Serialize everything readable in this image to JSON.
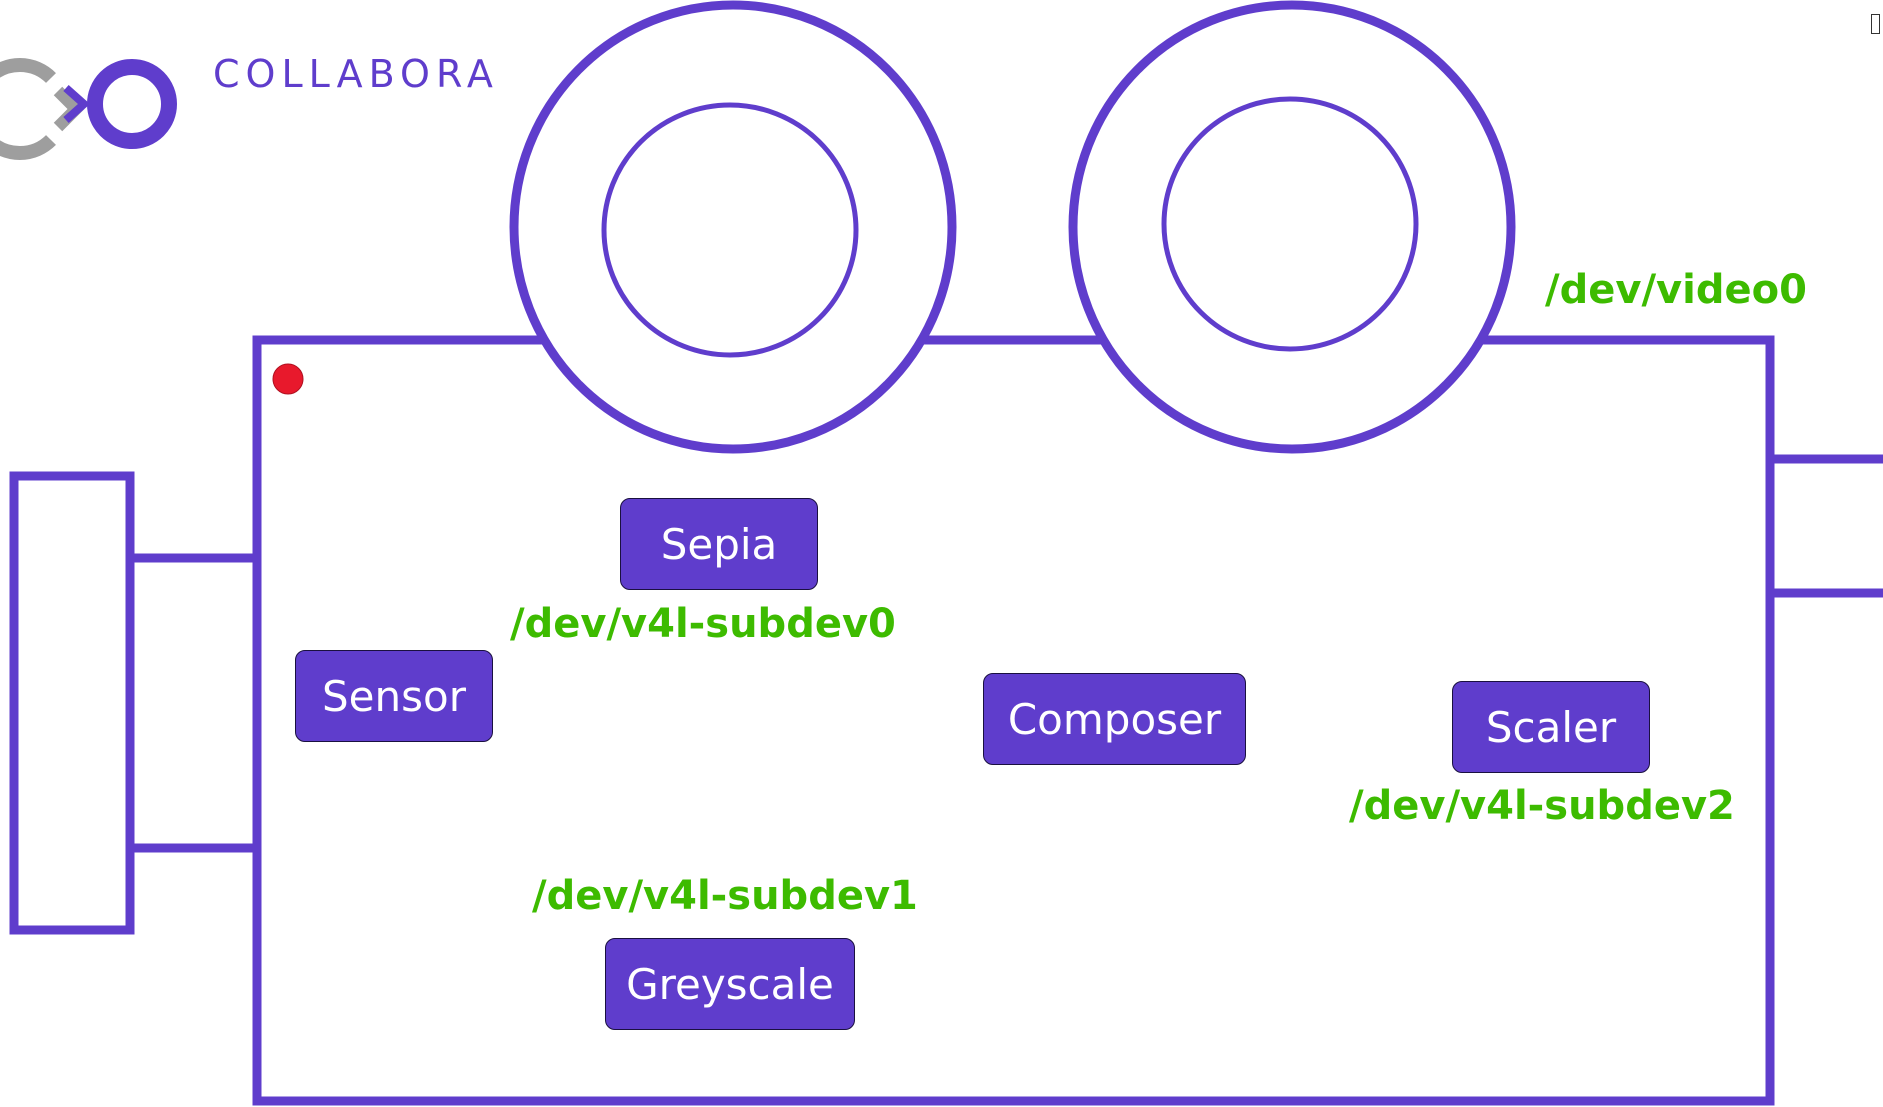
{
  "colors": {
    "outline": "#5f3dcc",
    "node_fill": "#5f3dcc",
    "device_text": "#3dbb00",
    "record_dot": "#e8192c",
    "logo_grey": "#9e9e9e",
    "logo_purple": "#5f3dcc",
    "background": "#ffffff"
  },
  "logo": {
    "text": "COLLABORA",
    "icon": "collabora-logo-icon"
  },
  "nodes": {
    "sepia": "Sepia",
    "sensor": "Sensor",
    "composer": "Composer",
    "scaler": "Scaler",
    "greyscale": "Greyscale"
  },
  "devices": {
    "video0": "/dev/video0",
    "subdev0": "/dev/v4l-subdev0",
    "subdev1": "/dev/v4l-subdev1",
    "subdev2": "/dev/v4l-subdev2"
  }
}
